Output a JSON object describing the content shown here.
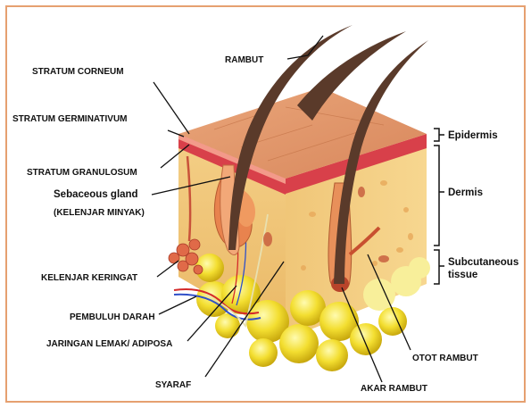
{
  "labels": {
    "rambut": "RAMBUT",
    "stratum_corneum": "STRATUM CORNEUM",
    "stratum_germinativum": "STRATUM GERMINATIVUM",
    "stratum_granulosum": "STRATUM GRANULOSUM",
    "sebaceous_gland": "Sebaceous gland",
    "kelenjar_minyak": "(KELENJAR MINYAK)",
    "kelenjar_keringat": "KELENJAR KERINGAT",
    "pembuluh_darah": "PEMBULUH DARAH",
    "jaringan_lemak": "JARINGAN LEMAK/ ADIPOSA",
    "syaraf": "SYARAF",
    "akar_rambut": "AKAR RAMBUT",
    "otot_rambut": "OTOT RAMBUT",
    "epidermis": "Epidermis",
    "dermis": "Dermis",
    "subcutaneous_1": "Subcutaneous",
    "subcutaneous_2": "tissue"
  },
  "colors": {
    "border": "#e6a070",
    "skin_top": "#e0966a",
    "epidermis_band": "#d8404a",
    "dermis": "#f2c77a",
    "fat": "#f5e03a",
    "hair": "#5a3a2a"
  }
}
